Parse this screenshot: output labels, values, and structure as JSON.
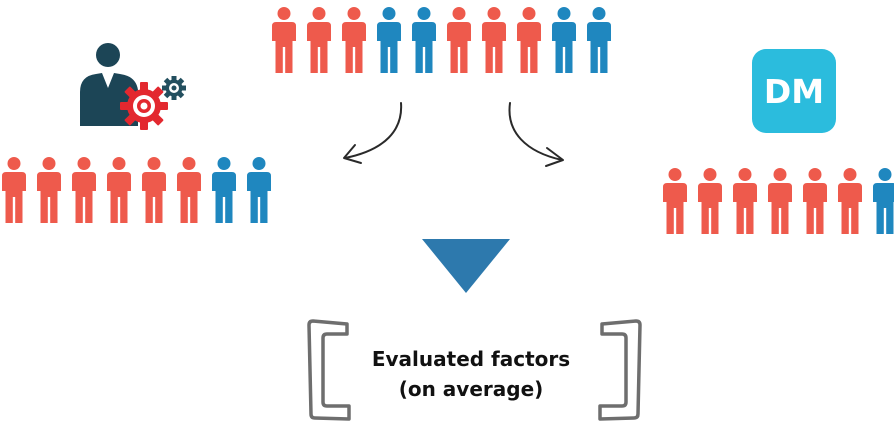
{
  "colors": {
    "red": "#ee5a4c",
    "blue": "#1f87bf",
    "analyst_dark": "#1c4556",
    "gear_red": "#e3282f",
    "gear_dark": "#234f5f",
    "dm_badge": "#2bbcdd",
    "triangle": "#2d79ad",
    "bracket": "#6e6e6e"
  },
  "groups": {
    "top": [
      "red",
      "red",
      "red",
      "blue",
      "blue",
      "red",
      "red",
      "red",
      "blue",
      "blue"
    ],
    "left": [
      "red",
      "red",
      "red",
      "red",
      "red",
      "red",
      "blue",
      "blue"
    ],
    "right": [
      "red",
      "red",
      "red",
      "red",
      "red",
      "red",
      "blue"
    ]
  },
  "icons": {
    "analyst": "analyst-with-gears-icon",
    "dm": "dm-badge-icon",
    "arrow_left": "curved-arrow-left-icon",
    "arrow_right": "curved-arrow-right-icon",
    "triangle": "down-triangle-icon"
  },
  "dm_badge_label": "DM",
  "result": {
    "line1": "Evaluated factors",
    "line2": "(on average)"
  }
}
